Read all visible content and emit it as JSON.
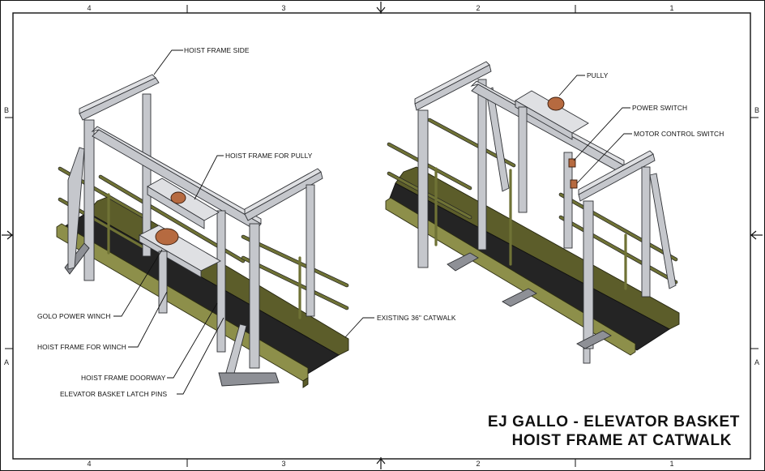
{
  "border": {
    "zones_top": [
      "4",
      "3",
      "2",
      "1"
    ],
    "zones_bottom": [
      "4",
      "3",
      "2",
      "1"
    ],
    "zones_left": [
      "B",
      "A"
    ],
    "zones_right": [
      "B",
      "A"
    ]
  },
  "callouts": {
    "hoist_frame_side": "HOIST FRAME SIDE",
    "hoist_frame_for_pully": "HOIST FRAME FOR PULLY",
    "golo_power_winch": "GOLO POWER WINCH",
    "hoist_frame_for_winch": "HOIST FRAME FOR WINCH",
    "hoist_frame_doorway": "HOIST FRAME DOORWAY",
    "elevator_basket_latch_pins": "ELEVATOR BASKET LATCH PINS",
    "existing_catwalk": "EXISTING 36\" CATWALK",
    "pully": "PULLY",
    "power_switch": "POWER SWITCH",
    "motor_control_switch": "MOTOR CONTROL SWITCH"
  },
  "title_block": {
    "line1": "EJ GALLO - ELEVATOR BASKET",
    "line2": "HOIST FRAME AT CATWALK"
  },
  "colors": {
    "steel": "#c5c7cc",
    "catwalk_grating": "#8d8f4a",
    "deck": "#242424",
    "motor": "#b66a40"
  }
}
